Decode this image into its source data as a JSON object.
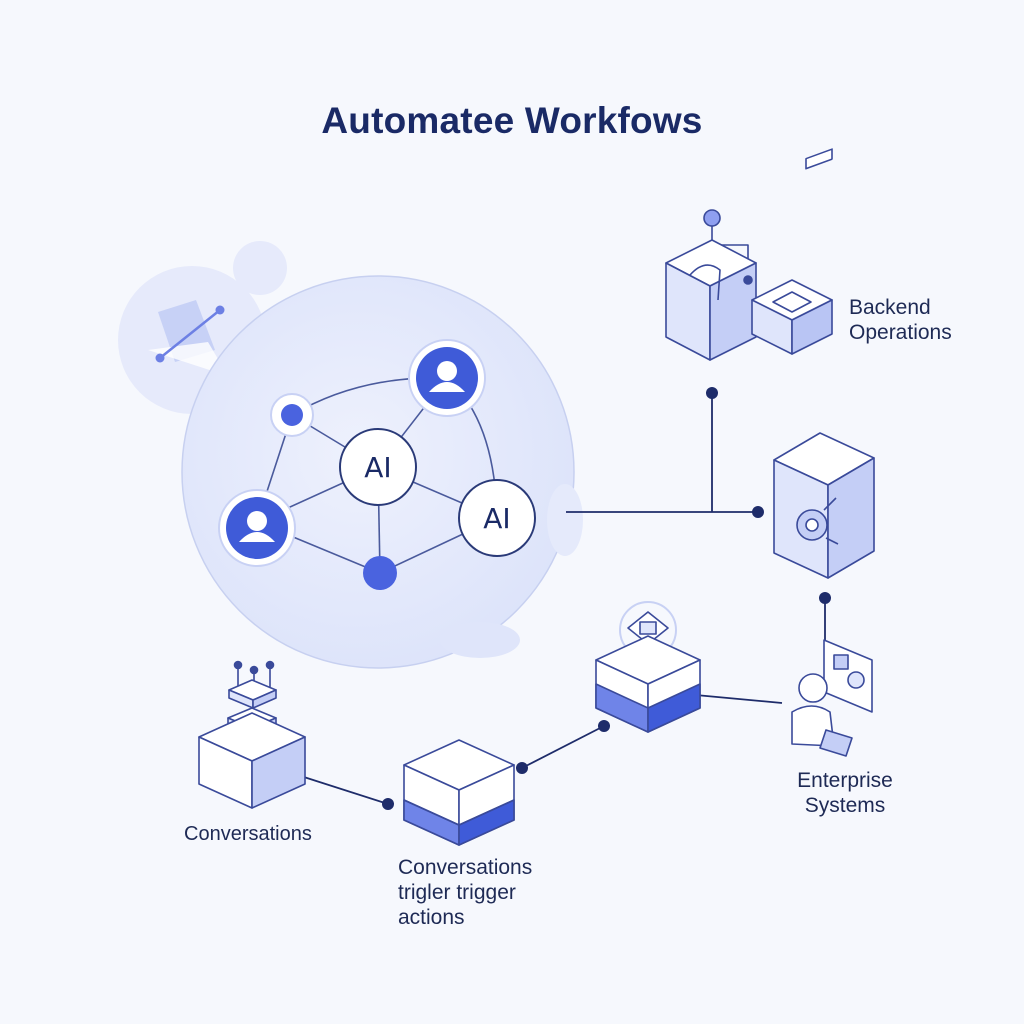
{
  "title": "Automatee Workfows",
  "hub": {
    "nodes": [
      {
        "id": "ai-center",
        "label": "AI"
      },
      {
        "id": "ai-right",
        "label": "AI"
      }
    ]
  },
  "labels": {
    "backend": [
      "Backend",
      "Operations"
    ],
    "enterprise": [
      "Enterprise",
      "Systems"
    ],
    "conversations": "Conversations",
    "trigger": [
      "Conversations",
      "trigler trigger",
      "actions"
    ]
  },
  "colors": {
    "accent": "#3f5bd8",
    "navy": "#1a2a66",
    "light": "#dfe5fb",
    "mid": "#9fb0ee"
  }
}
